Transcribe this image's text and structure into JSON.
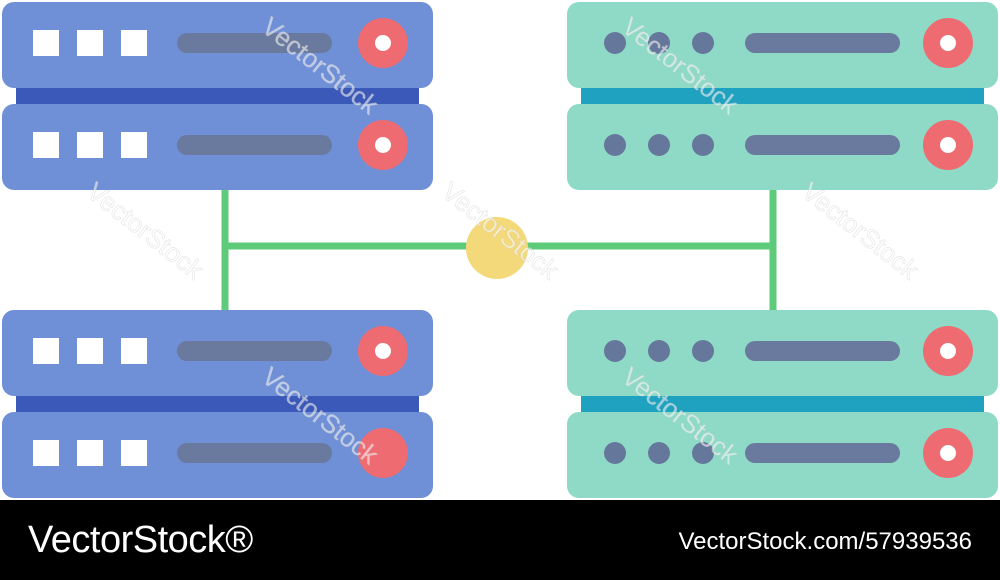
{
  "colors": {
    "blue_unit": "#6f8fd6",
    "blue_gap": "#3b59b8",
    "teal_unit": "#8fdac6",
    "teal_gap": "#1ea2c0",
    "indicator_bar": "#6a7a9e",
    "indicator_dot": "#66779c",
    "power_button": "#ee6b72",
    "connector": "#5ecb7a",
    "hub": "#f3d97a"
  },
  "servers": [
    {
      "id": "server-blue-top",
      "theme": "blue",
      "units": [
        {
          "power_inner": "ring"
        },
        {
          "power_inner": "ring"
        }
      ]
    },
    {
      "id": "server-teal-top",
      "theme": "teal",
      "units": [
        {
          "power_inner": "ring"
        },
        {
          "power_inner": "ring"
        }
      ]
    },
    {
      "id": "server-blue-bottom",
      "theme": "blue",
      "units": [
        {
          "power_inner": "ring"
        },
        {
          "power_inner": "solid"
        }
      ]
    },
    {
      "id": "server-teal-bottom",
      "theme": "teal",
      "units": [
        {
          "power_inner": "ring"
        },
        {
          "power_inner": "ring"
        }
      ]
    }
  ],
  "watermark": {
    "text": "VectorStock"
  },
  "footer": {
    "brand": "VectorStock®",
    "stock_id": "VectorStock.com/57939536"
  }
}
